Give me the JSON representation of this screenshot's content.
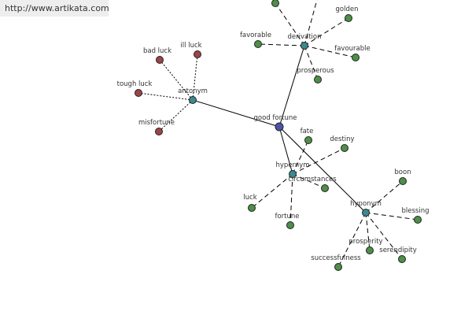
{
  "header": {
    "url": "http://www.artikata.com"
  },
  "colors": {
    "center": "#4a55a8",
    "relation": "#3a8a90",
    "antonym_leaf": "#9c4448",
    "leaf": "#4d8f47",
    "edge": "#000000"
  },
  "graph": {
    "center": "good fortune",
    "relations": [
      {
        "id": "antonym",
        "label": "antonym",
        "items": [
          "bad luck",
          "ill luck",
          "tough luck",
          "misfortune"
        ]
      },
      {
        "id": "derivation",
        "label": "derivation",
        "items": [
          "favorable",
          "golden",
          "favourable",
          "prosperous"
        ]
      },
      {
        "id": "hypernym",
        "label": "hypernym",
        "items": [
          "fate",
          "destiny",
          "circumstances",
          "luck",
          "fortune"
        ]
      },
      {
        "id": "hyponym",
        "label": "hyponym",
        "items": [
          "boon",
          "blessing",
          "prosperity",
          "serendipity",
          "successfulness"
        ]
      }
    ]
  }
}
